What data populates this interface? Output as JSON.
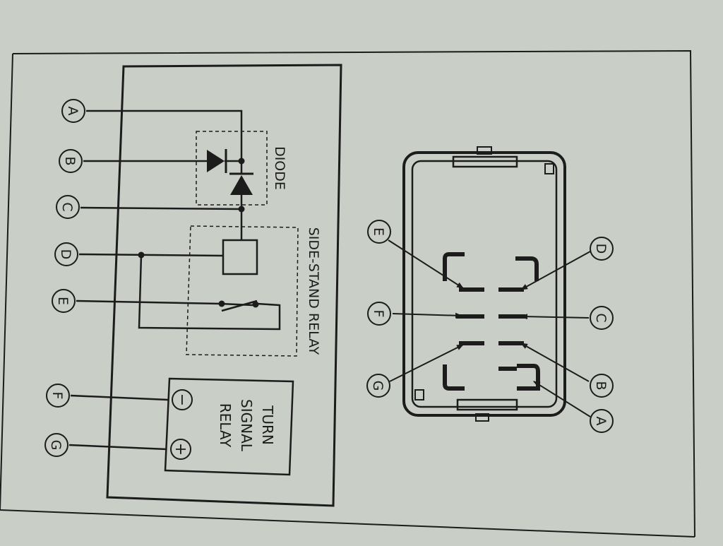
{
  "colors": {
    "paper": "#c9cec6",
    "ink": "#1c1c1c"
  },
  "terminals": {
    "A": "A",
    "B": "B",
    "C": "C",
    "D": "D",
    "E": "E",
    "F": "F",
    "G": "G"
  },
  "schematic": {
    "diode_label": "DIODE",
    "side_stand_relay_label": "SIDE-STAND RELAY",
    "turn_signal_relay_label": [
      "TURN",
      "SIGNAL",
      "RELAY"
    ],
    "minus_symbol": "−",
    "plus_symbol": "+"
  },
  "connector": {
    "left_pins": [
      "E",
      "F",
      "G"
    ],
    "right_pins": [
      "D",
      "C",
      "B",
      "A"
    ]
  }
}
